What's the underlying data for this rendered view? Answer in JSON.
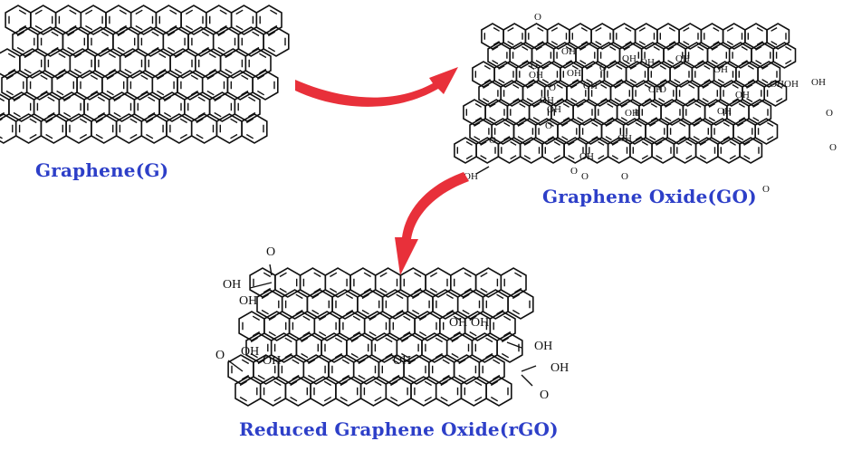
{
  "captions": {
    "graphene": "Graphene(G)",
    "graphene_oxide": "Graphene Oxide(GO)",
    "reduced_graphene_oxide": "Reduced Graphene Oxide(rGO)"
  },
  "group_labels": {
    "hydroxyl": "OH",
    "carbonyl_oxygen": "O"
  },
  "colors": {
    "caption": "#2d3fc8",
    "arrow": "#e8303a",
    "bond": "#111111",
    "background": "#ffffff"
  }
}
